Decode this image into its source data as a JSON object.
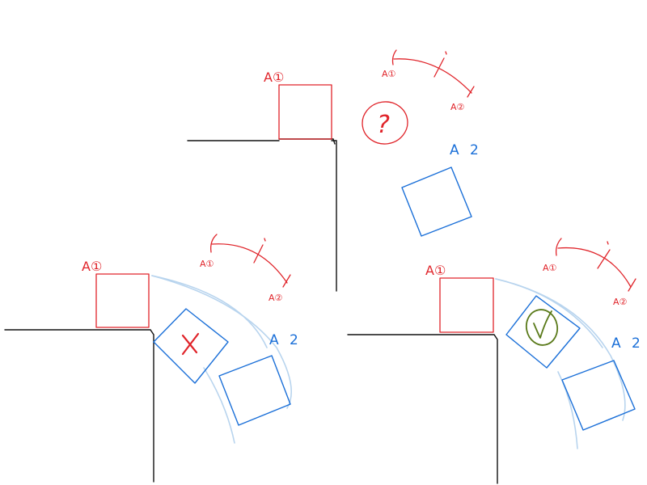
{
  "labels": {
    "a1": "A①",
    "a2": "A 2",
    "a2_circled": "A②",
    "question": "?",
    "check": "✓",
    "cross": "✕"
  },
  "colors": {
    "red": "#e0242a",
    "blue": "#1a6fd8",
    "guide": "#b8d4ee",
    "green": "#5a7a1a",
    "black": "#111111"
  },
  "panels": [
    {
      "id": "top",
      "verdict": "question"
    },
    {
      "id": "bottom-left",
      "verdict": "cross"
    },
    {
      "id": "bottom-right",
      "verdict": "check"
    }
  ]
}
